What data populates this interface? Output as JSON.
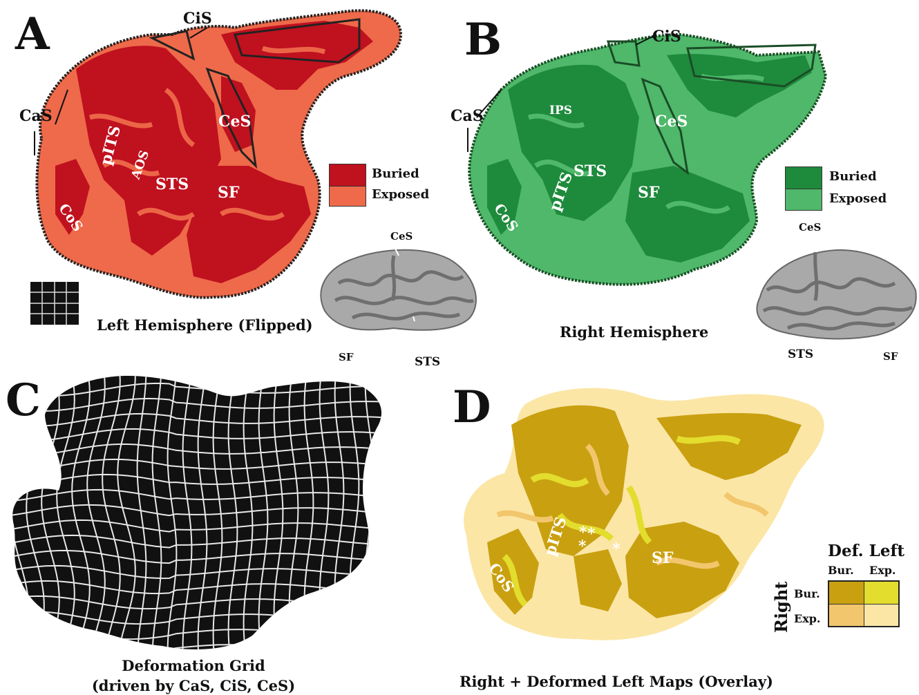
{
  "panels": {
    "A": {
      "letter": "A",
      "caption": "Left Hemisphere (Flipped)",
      "labels": [
        "CiS",
        "CaS",
        "CeS",
        "pITS",
        "AOS",
        "STS",
        "SF",
        "CoS"
      ],
      "legend": {
        "buried": "Buried",
        "exposed": "Exposed"
      },
      "inset_labels": {
        "top": "CeS",
        "left": "SF",
        "right": "STS"
      },
      "colors": {
        "buried": "#c0111f",
        "exposed": "#ee6a4a"
      }
    },
    "B": {
      "letter": "B",
      "caption": "Right Hemisphere",
      "labels": [
        "CiS",
        "CaS",
        "IPS",
        "CeS",
        "pITS",
        "STS",
        "SF",
        "CoS"
      ],
      "legend": {
        "buried": "Buried",
        "exposed": "Exposed"
      },
      "inset_labels": {
        "top": "CeS",
        "left": "STS",
        "right": "SF"
      },
      "colors": {
        "buried": "#1e8a3c",
        "exposed": "#4fb86a"
      }
    },
    "C": {
      "letter": "C",
      "caption_line1": "Deformation Grid",
      "caption_line2": "(driven by CaS, CiS, CeS)"
    },
    "D": {
      "letter": "D",
      "caption": "Right + Deformed Left Maps (Overlay)",
      "labels": [
        "pITS",
        "SF",
        "CoS"
      ],
      "stars": "*",
      "legend": {
        "title": "Def. Left",
        "col_bur": "Bur.",
        "col_exp": "Exp.",
        "row_title": "Right",
        "row_bur": "Bur.",
        "row_exp": "Exp."
      },
      "colors": {
        "bur_bur": "#c9a010",
        "bur_exp": "#e3dd2e",
        "exp_bur": "#f2c66c",
        "exp_exp": "#fbe6a6"
      }
    }
  }
}
